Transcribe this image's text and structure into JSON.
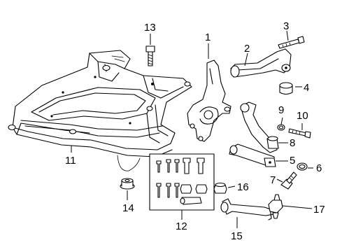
{
  "callouts": [
    {
      "id": "1",
      "label": "1"
    },
    {
      "id": "2",
      "label": "2"
    },
    {
      "id": "3",
      "label": "3"
    },
    {
      "id": "4",
      "label": "4"
    },
    {
      "id": "5",
      "label": "5"
    },
    {
      "id": "6",
      "label": "6"
    },
    {
      "id": "7",
      "label": "7"
    },
    {
      "id": "8",
      "label": "8"
    },
    {
      "id": "9",
      "label": "9"
    },
    {
      "id": "10",
      "label": "10"
    },
    {
      "id": "11",
      "label": "11"
    },
    {
      "id": "12",
      "label": "12"
    },
    {
      "id": "13",
      "label": "13"
    },
    {
      "id": "14",
      "label": "14"
    },
    {
      "id": "15",
      "label": "15"
    },
    {
      "id": "16",
      "label": "16"
    },
    {
      "id": "17",
      "label": "17"
    }
  ],
  "colors": {
    "line": "#000000",
    "background": "#ffffff"
  }
}
